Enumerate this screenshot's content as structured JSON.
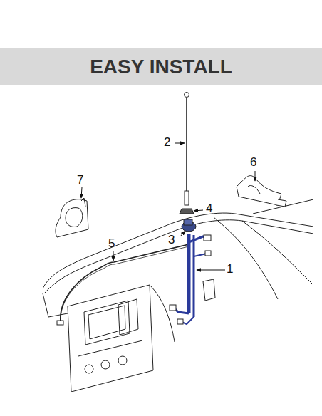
{
  "diagram": {
    "title": "EASY INSTALL",
    "labels": [
      "1",
      "2",
      "3",
      "4",
      "5",
      "6",
      "7"
    ]
  }
}
